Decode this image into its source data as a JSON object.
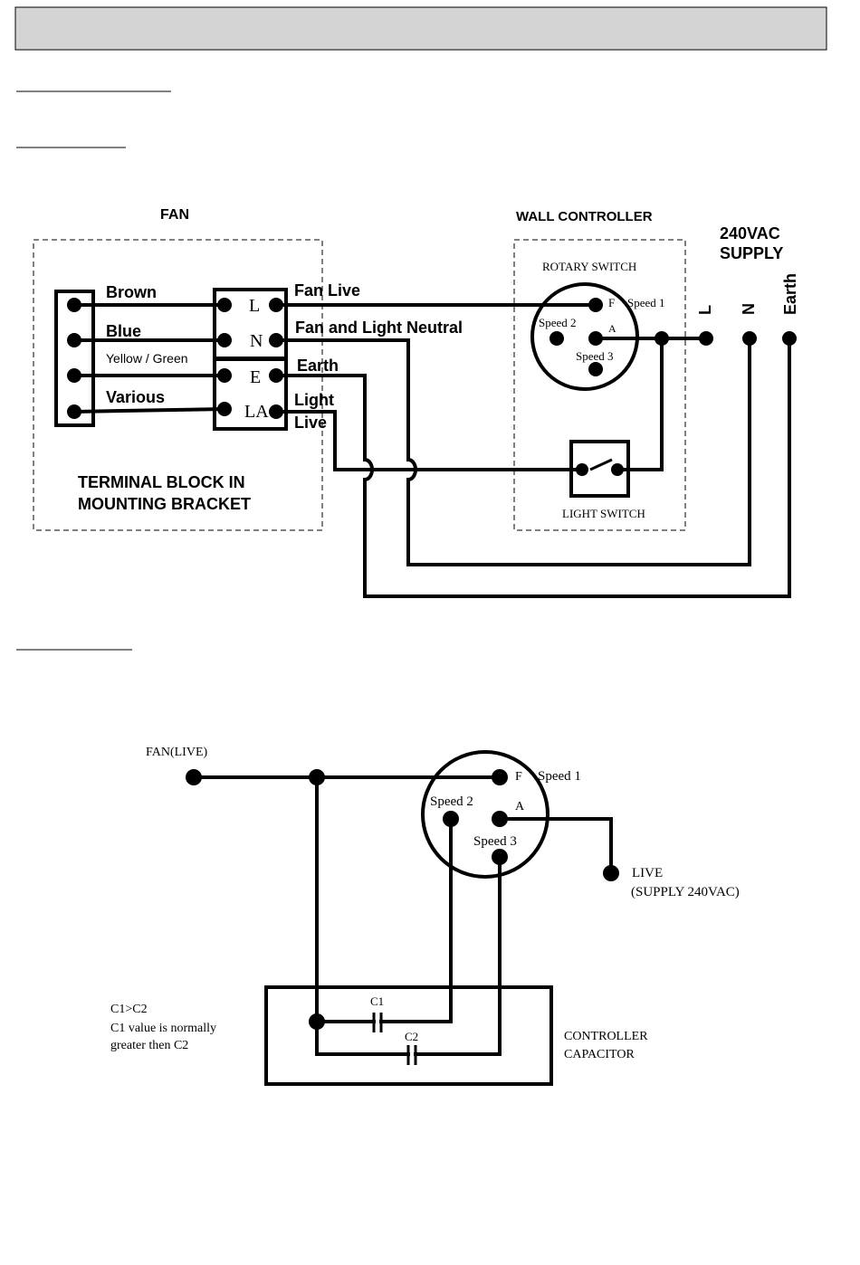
{
  "header": {
    "title": ""
  },
  "diagram1": {
    "fan_title": "FAN",
    "wall_controller_title": "WALL CONTROLLER",
    "supply_line1": "240VAC",
    "supply_line2": "SUPPLY",
    "wires": {
      "brown": "Brown",
      "blue": "Blue",
      "yellow_green": "Yellow / Green",
      "various": "Various"
    },
    "terminals": {
      "l": "L",
      "n": "N",
      "e": "E",
      "la": "LA"
    },
    "connections": {
      "fan_live": "Fan Live",
      "fan_light_neutral": "Fan and Light Neutral",
      "earth": "Earth",
      "light": "Light",
      "live": "Live"
    },
    "terminal_block_line1": "TERMINAL BLOCK IN",
    "terminal_block_line2": "MOUNTING BRACKET",
    "rotary_switch": "ROTARY SWITCH",
    "speed1": "Speed 1",
    "speed2": "Speed 2",
    "speed3": "Speed 3",
    "pin_f": "F",
    "pin_a": "A",
    "light_switch": "LIGHT SWITCH",
    "supply_l": "L",
    "supply_n": "N",
    "supply_earth": "Earth"
  },
  "diagram2": {
    "fan_live": "FAN(LIVE)",
    "pin_f": "F",
    "speed1": "Speed 1",
    "speed2": "Speed 2",
    "pin_a": "A",
    "speed3": "Speed 3",
    "live": "LIVE",
    "supply": "(SUPPLY 240VAC)",
    "c1": "C1",
    "c2": "C2",
    "note_line1": "C1>C2",
    "note_line2": "C1 value is normally",
    "note_line3": "greater then C2",
    "controller_line1": "CONTROLLER",
    "controller_line2": "CAPACITOR"
  }
}
